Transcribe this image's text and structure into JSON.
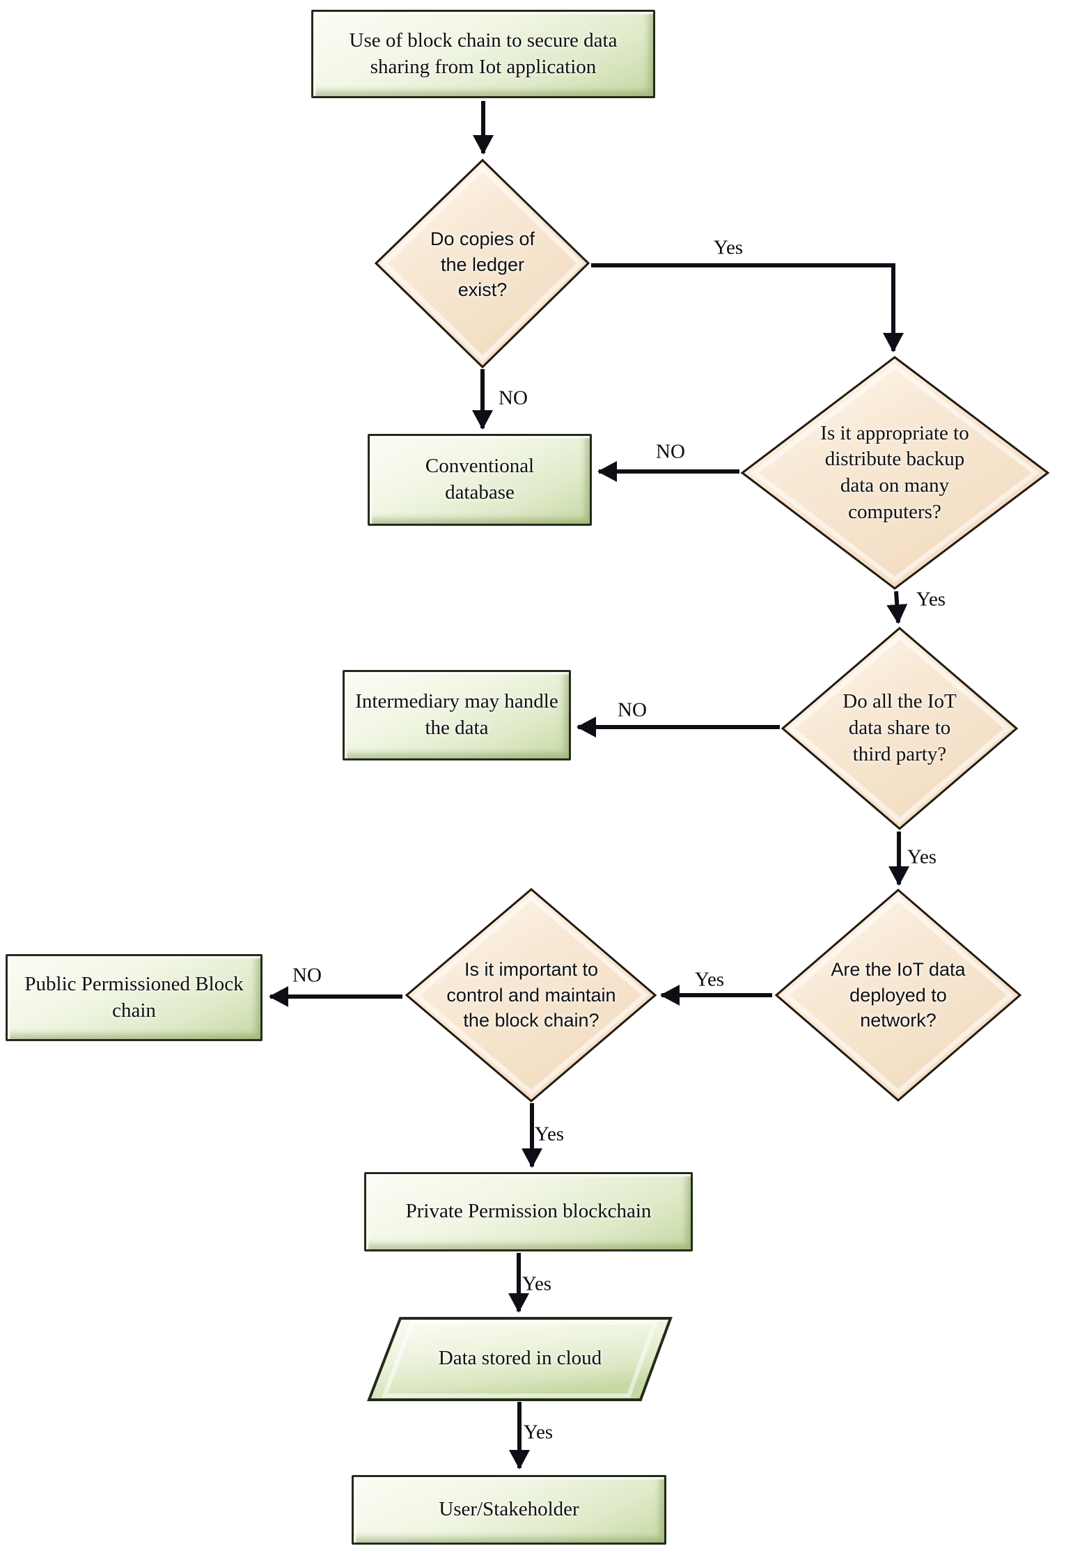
{
  "diagram": {
    "title": "Use of block chain to secure data sharing from IoT application - decision flowchart",
    "colors": {
      "process_fill_top": "#fcfdf5",
      "process_fill_bottom": "#c7d8a4",
      "decision_fill_top": "#fefaf2",
      "decision_fill_bottom": "#f2dbc0",
      "shape_border": "#242b18",
      "arrow": "#0e0e16",
      "text": "#101010",
      "background": "#ffffff"
    },
    "nodes": {
      "start": "Use of block chain to secure data\nsharing from Iot application",
      "ledger_exists": "Do copies of\nthe ledger\nexist?",
      "conventional_db": "Conventional\ndatabase",
      "distribute_backup": "Is it appropriate to\ndistribute backup\ndata on many\ncomputers?",
      "share_third_party": "Do all the IoT\ndata share to\nthird party?",
      "intermediary": "Intermediary may handle\nthe data",
      "deployed_network": "Are the IoT data\ndeployed to\nnetwork?",
      "control_maintain": "Is it important to\ncontrol and maintain\nthe block chain?",
      "public_chain": "Public Permissioned Block\nchain",
      "private_chain": "Private Permission blockchain",
      "cloud": "Data stored in cloud",
      "user": "User/Stakeholder"
    },
    "edge_labels": {
      "ledger_yes": "Yes",
      "ledger_no": "NO",
      "backup_no": "NO",
      "backup_yes": "Yes",
      "third_no": "NO",
      "third_yes": "Yes",
      "deployed_yes": "Yes",
      "control_no": "NO",
      "control_yes": "Yes",
      "private_yes": "Yes",
      "cloud_yes": "Yes"
    }
  }
}
